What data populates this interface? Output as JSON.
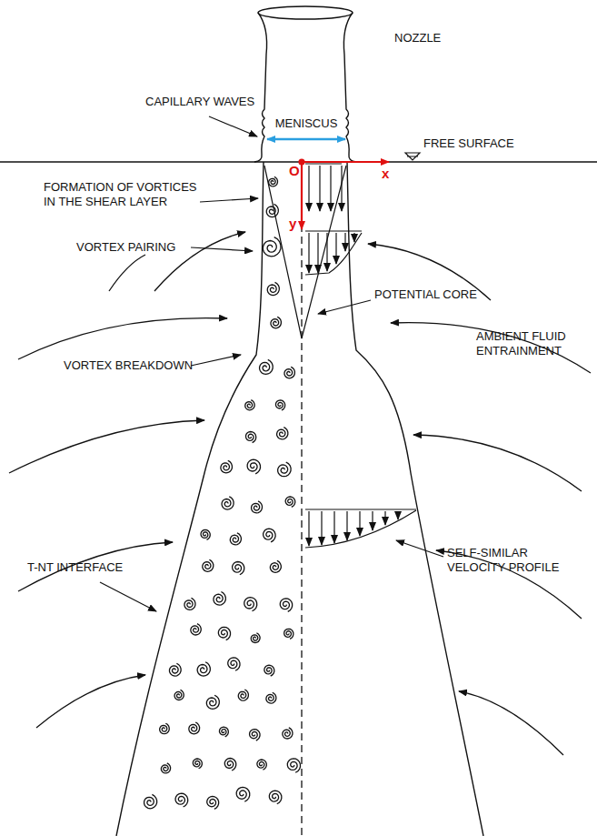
{
  "diagram": {
    "labels": [
      "NOZZLE",
      "CAPILLARY WAVES",
      "MENISCUS",
      "FREE SURFACE",
      "O",
      "x",
      "y",
      "FORMATION OF VORTICES IN THE SHEAR LAYER",
      "VORTEX PAIRING",
      "POTENTIAL CORE",
      "AMBIENT FLUID ENTRAINMENT",
      "VORTEX BREAKDOWN",
      "T-NT INTERFACE",
      "SELF-SIMILAR VELOCITY PROFILE"
    ]
  }
}
